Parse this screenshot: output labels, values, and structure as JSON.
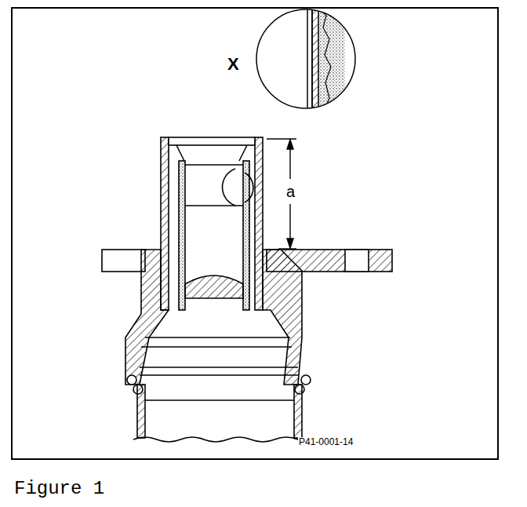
{
  "diagram": {
    "caption": "Figure 1",
    "labels": [
      "X",
      "a",
      "P41-0001-14"
    ]
  }
}
